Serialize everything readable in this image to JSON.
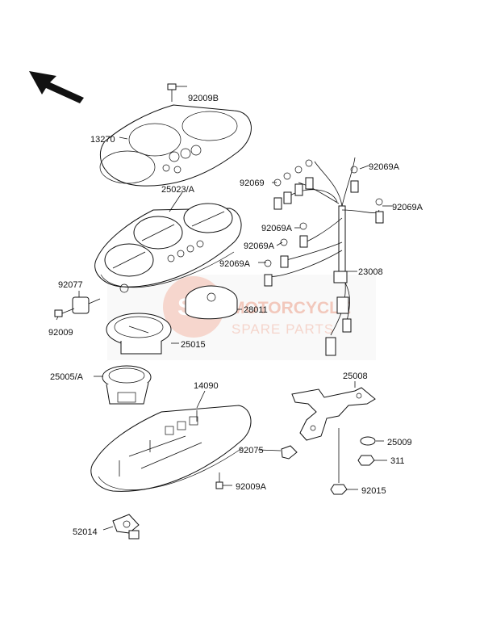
{
  "watermark": {
    "badge": "SP",
    "line1": "MOTORCYCLE",
    "line2": "SPARE PARTS",
    "color": "#f0b7a8"
  },
  "parts": {
    "p92009B": "92009B",
    "p13270": "13270",
    "p25023A": "25023/A",
    "p92069_top": "92069",
    "p92069A_r1": "92069A",
    "p92069A_r2": "92069A",
    "p92069A_l1": "92069A",
    "p92069A_l2": "92069A",
    "p92069A_l3": "92069A",
    "p23008": "23008",
    "p92077": "92077",
    "p92009": "92009",
    "p28011": "28011",
    "p25015": "25015",
    "p25005A": "25005/A",
    "p14090": "14090",
    "p25008": "25008",
    "p92075": "92075",
    "p25009": "25009",
    "p311": "311",
    "p92009A": "92009A",
    "p92015": "92015",
    "p52014": "52014"
  }
}
